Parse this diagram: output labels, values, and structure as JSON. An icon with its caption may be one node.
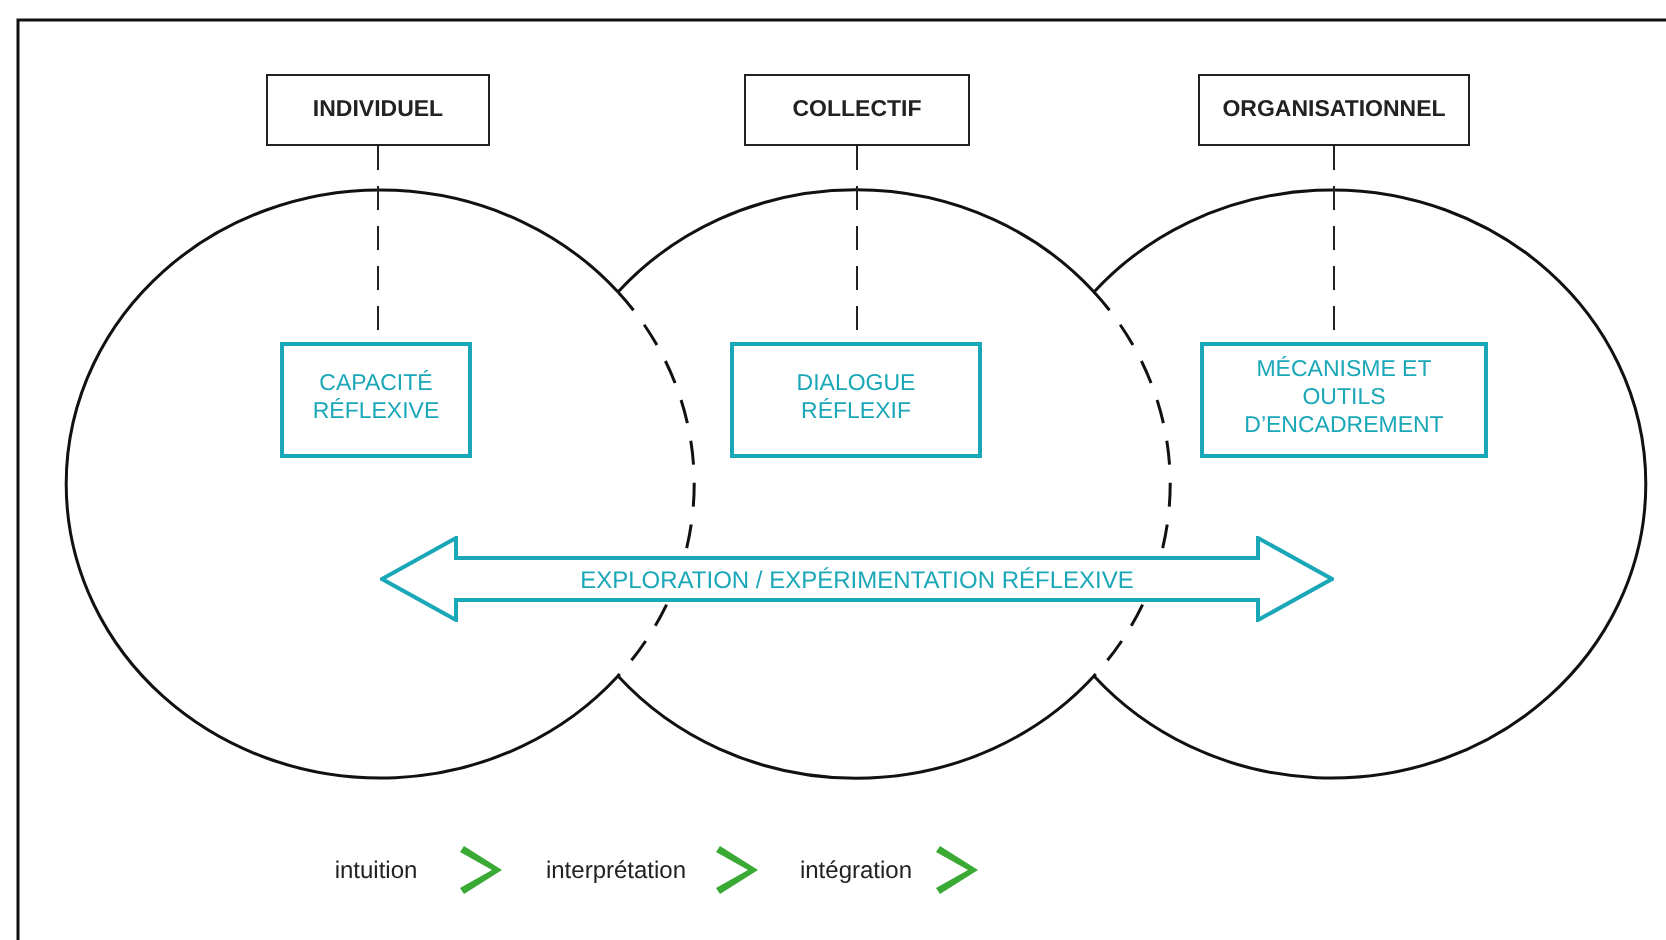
{
  "diagram": {
    "nodes": [
      {
        "text": [
          "INDIVIDUEL"
        ]
      },
      {
        "text": [
          "COLLECTIF"
        ]
      },
      {
        "text": [
          "ORGANISATIONNEL"
        ]
      },
      {
        "text": [
          "CAPACITÉ RÉFLEXIVE"
        ]
      },
      {
        "text": [
          "DIALOGUE RÉFLEXIF"
        ]
      },
      {
        "text": [
          "MÉCANISME ET OUTILS D’ENCADREMENT"
        ]
      },
      {
        "text": [
          "EXPLORATION / EXPÉRIMENTATION RÉFLEXIVE"
        ]
      },
      {
        "text": [
          "intuition"
        ]
      },
      {
        "text": [
          "interprétation"
        ]
      },
      {
        "text": [
          "intégration"
        ]
      }
    ],
    "edges": [
      {
        "from": 0,
        "to": 3,
        "arrow": "none",
        "style": "dashed",
        "color": "#222222"
      },
      {
        "from": 1,
        "to": 4,
        "arrow": "none",
        "style": "dashed",
        "color": "#222222"
      },
      {
        "from": 2,
        "to": 5,
        "arrow": "none",
        "style": "dashed",
        "color": "#222222"
      },
      {
        "from": 7,
        "to": 8,
        "arrow": "to",
        "color": "#3aaa35"
      },
      {
        "from": 8,
        "to": 9,
        "arrow": "to",
        "color": "#3aaa35"
      },
      {
        "from": 9,
        "to": null,
        "arrow": "to",
        "color": "#3aaa35"
      }
    ]
  }
}
